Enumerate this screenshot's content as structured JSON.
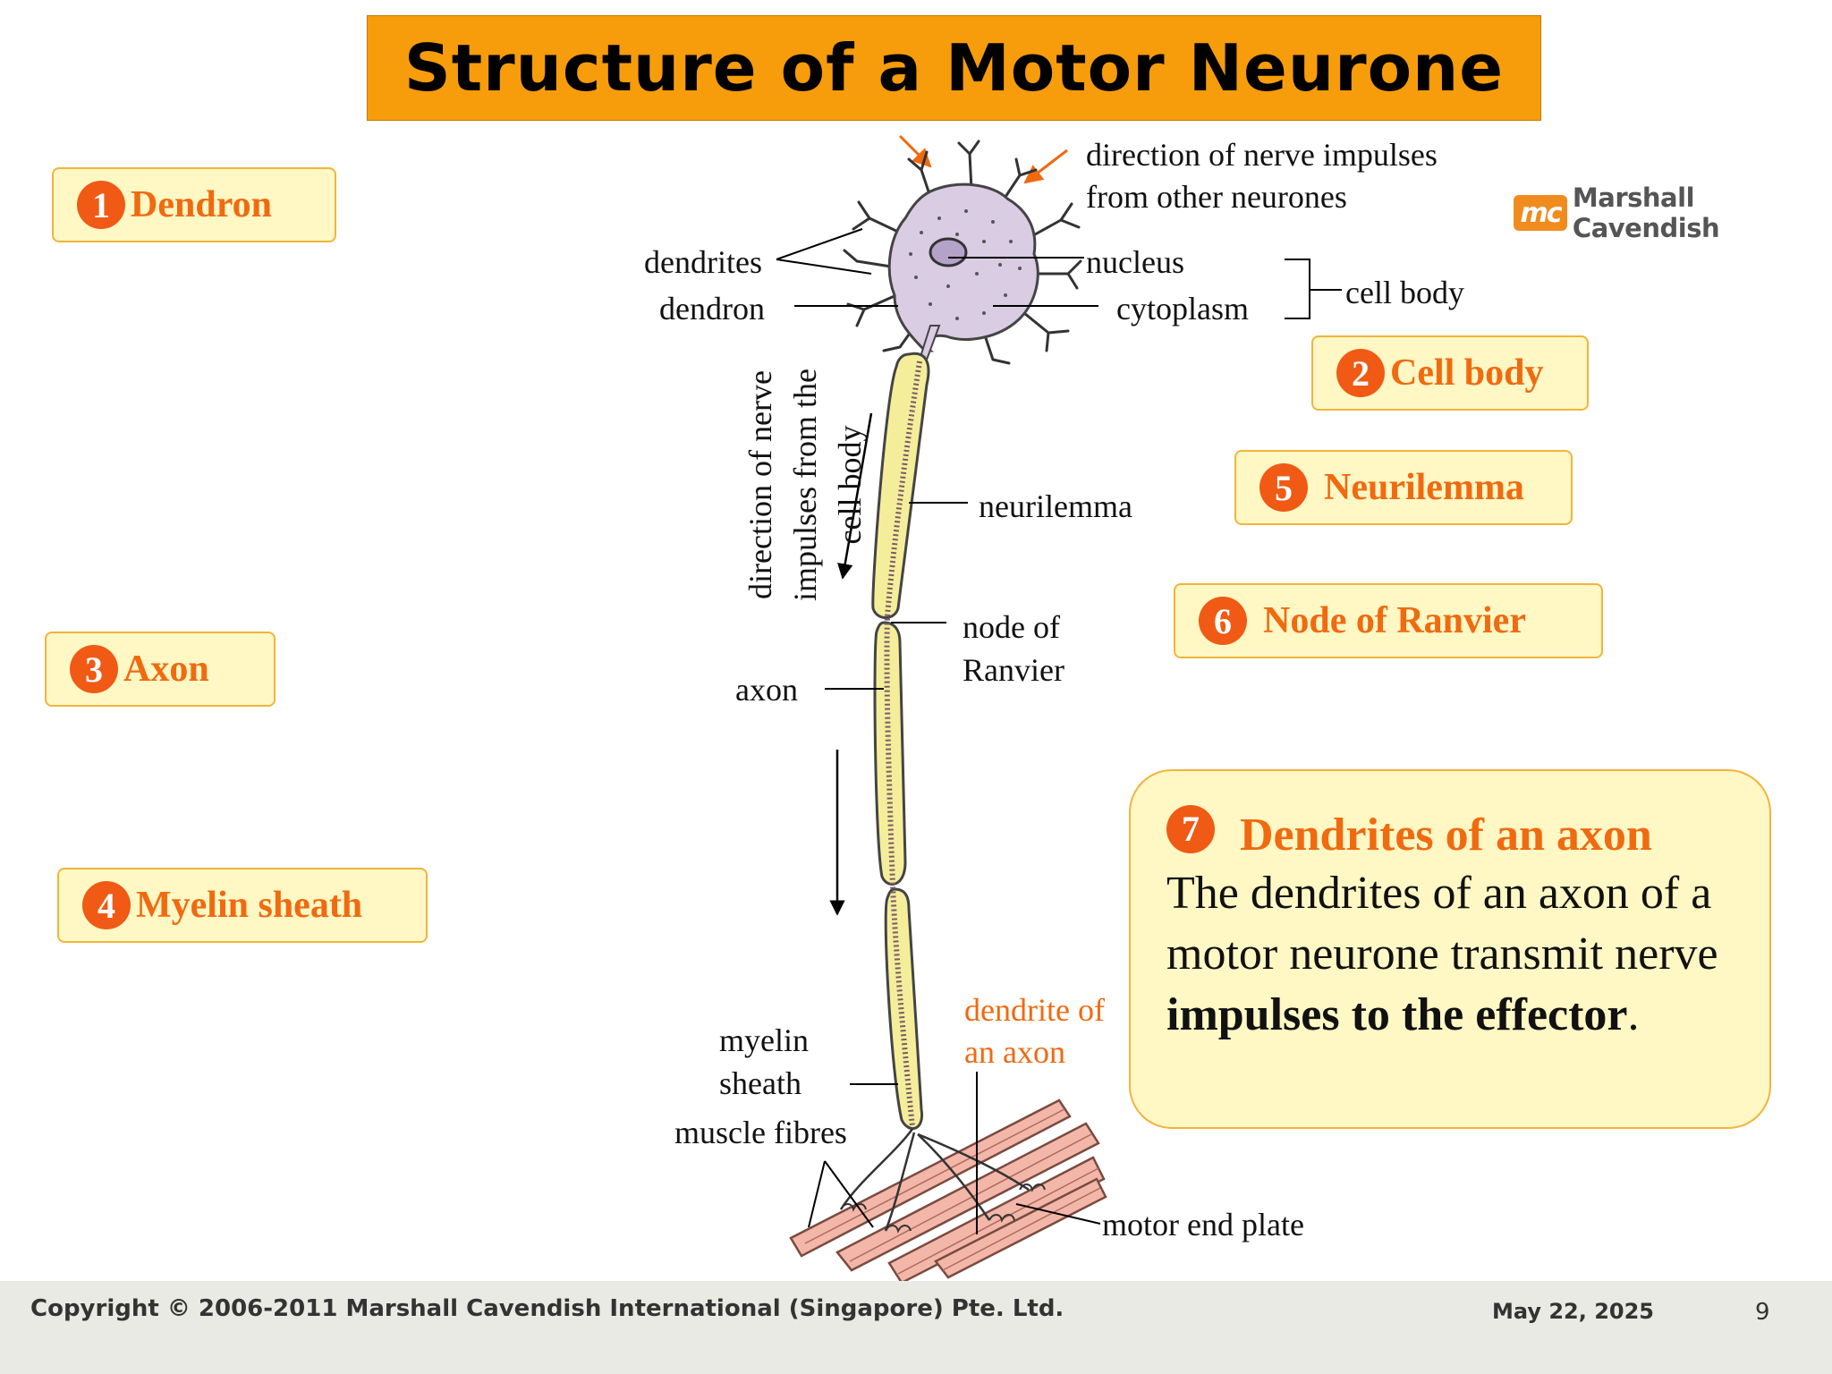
{
  "title": "Structure of a Motor Neurone",
  "logo": {
    "mark": "mc",
    "text": "Marshall Cavendish"
  },
  "tags": [
    {
      "number": "1",
      "label": "Dendron"
    },
    {
      "number": "2",
      "label": "Cell body"
    },
    {
      "number": "3",
      "label": "Axon"
    },
    {
      "number": "4",
      "label": "Myelin sheath"
    },
    {
      "number": "5",
      "label": "Neurilemma"
    },
    {
      "number": "6",
      "label": "Node of Ranvier"
    }
  ],
  "info": {
    "number": "7",
    "heading": "Dendrites of an axon",
    "body_start": "The dendrites of an axon of a motor neurone transmit nerve ",
    "body_bold": "impulses to the effector",
    "body_end": "."
  },
  "labels": {
    "direction_in_1": "direction of nerve impulses",
    "direction_in_2": "from other neurones",
    "dendrites": "dendrites",
    "dendron": "dendron",
    "nucleus": "nucleus",
    "cytoplasm": "cytoplasm",
    "cell_body": "cell body",
    "direction_out_1": "direction of nerve",
    "direction_out_2": "impulses from the",
    "direction_out_3": "cell body",
    "neurilemma": "neurilemma",
    "node_1": "node of",
    "node_2": "Ranvier",
    "axon": "axon",
    "dendrite_axon_1": "dendrite of",
    "dendrite_axon_2": "an axon",
    "myelin_1": "myelin",
    "myelin_2": "sheath",
    "muscle_fibres": "muscle fibres",
    "motor_end_plate": "motor end plate"
  },
  "colors": {
    "title_bg": "#f79c0a",
    "accent_orange": "#f06a10",
    "tag_bg": "#fff7c4",
    "myelin": "#f4ee9a",
    "cell_body": "#d9cce3",
    "muscle": "#f2b7a8"
  },
  "footer": {
    "copyright": "Copyright © 2006-2011 Marshall Cavendish International (Singapore) Pte. Ltd.",
    "date": "May 22, 2025",
    "page": "9"
  }
}
